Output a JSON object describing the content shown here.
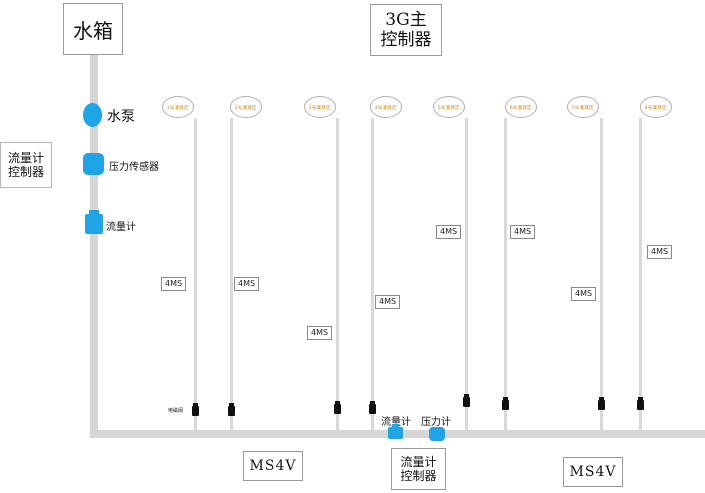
{
  "water_tank": "水箱",
  "main_controller": "3G主\n控制器",
  "pump": "水泵",
  "pressure_sensor": "压力传感器",
  "flow_meter_label": "流量计",
  "flow_controller": "流量计\n控制器",
  "valve_label": "电磁阀",
  "zones": [
    "1号灌溉区",
    "2号灌溉区",
    "3号灌溉区",
    "4号灌溉区",
    "5号灌溉区",
    "6号灌溉区",
    "7号灌溉区",
    "8号灌溉区"
  ],
  "node_tags": [
    "4MS",
    "4MS",
    "4MS",
    "4MS",
    "4MS",
    "4MS",
    "4MS",
    "4MS"
  ],
  "bottom_flow": "流量计",
  "bottom_pressure": "压力计",
  "bottom_controller": "流量计\n控制器",
  "ms4v_left": "MS4V",
  "ms4v_right": "MS4V",
  "colors": {
    "device": "#1ea5e8",
    "pipe": "#d6d6d6",
    "zone_text": "#d08a1a"
  }
}
